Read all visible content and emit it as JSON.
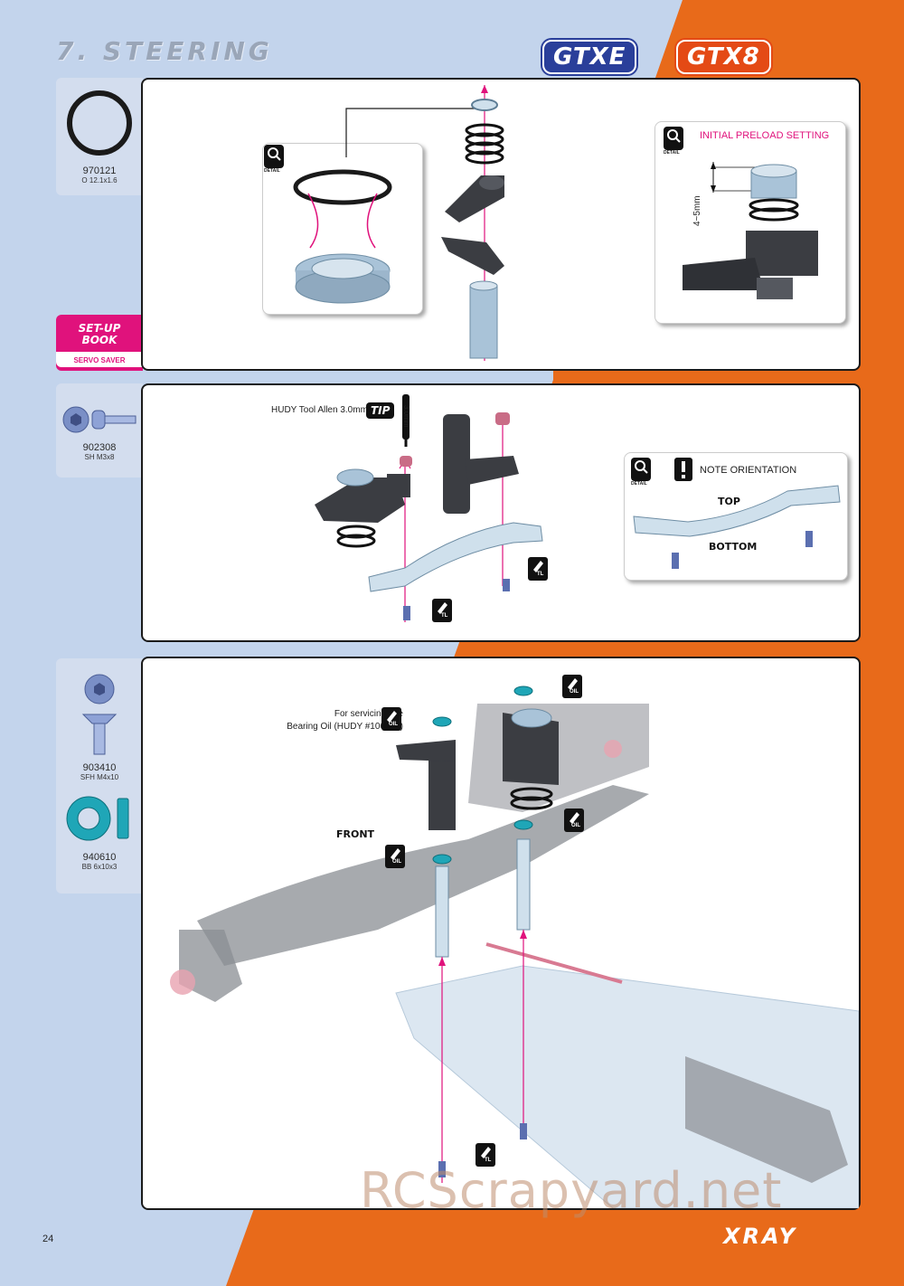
{
  "header": {
    "section_title": "7. STEERING",
    "brand_left": "GTXE",
    "brand_right": "GTX8"
  },
  "colors": {
    "background_blue": "#c3d4ec",
    "accent_orange": "#e86a1a",
    "accent_pink": "#e0127c",
    "brand_blue": "#2a3f9a"
  },
  "step1": {
    "part": {
      "code": "970121",
      "desc": "O 12.1x1.6"
    },
    "setup_book": {
      "title_line1": "SET-UP",
      "title_line2": "BOOK",
      "subtitle": "SERVO SAVER"
    },
    "detail_label": "DETAIL",
    "preload": {
      "title": "INITIAL PRELOAD SETTING",
      "measure": "4~5mm",
      "detail_label": "DETAIL"
    }
  },
  "step2": {
    "part": {
      "code": "902308",
      "desc": "SH M3x8"
    },
    "tool_label": "HUDY Tool Allen 3.0mm",
    "tip": "TIP",
    "tool_size": "3.0mm",
    "tl_badge": "TL",
    "orientation": {
      "detail_label": "DETAIL",
      "note": "NOTE ORIENTATION",
      "top": "TOP",
      "bottom": "BOTTOM"
    }
  },
  "step3": {
    "parts": [
      {
        "code": "903410",
        "desc": "SFH M4x10"
      },
      {
        "code": "940610",
        "desc": "BB 6x10x3"
      }
    ],
    "service_line1": "For servicing use",
    "service_line2": "Bearing Oil (HUDY #106230)",
    "front_label": "FRONT",
    "oil_badge": "OIL",
    "tl_badge": "TL"
  },
  "footer": {
    "page_number": "24",
    "logo": "XRAY",
    "watermark": "RCScrapyard.net"
  }
}
